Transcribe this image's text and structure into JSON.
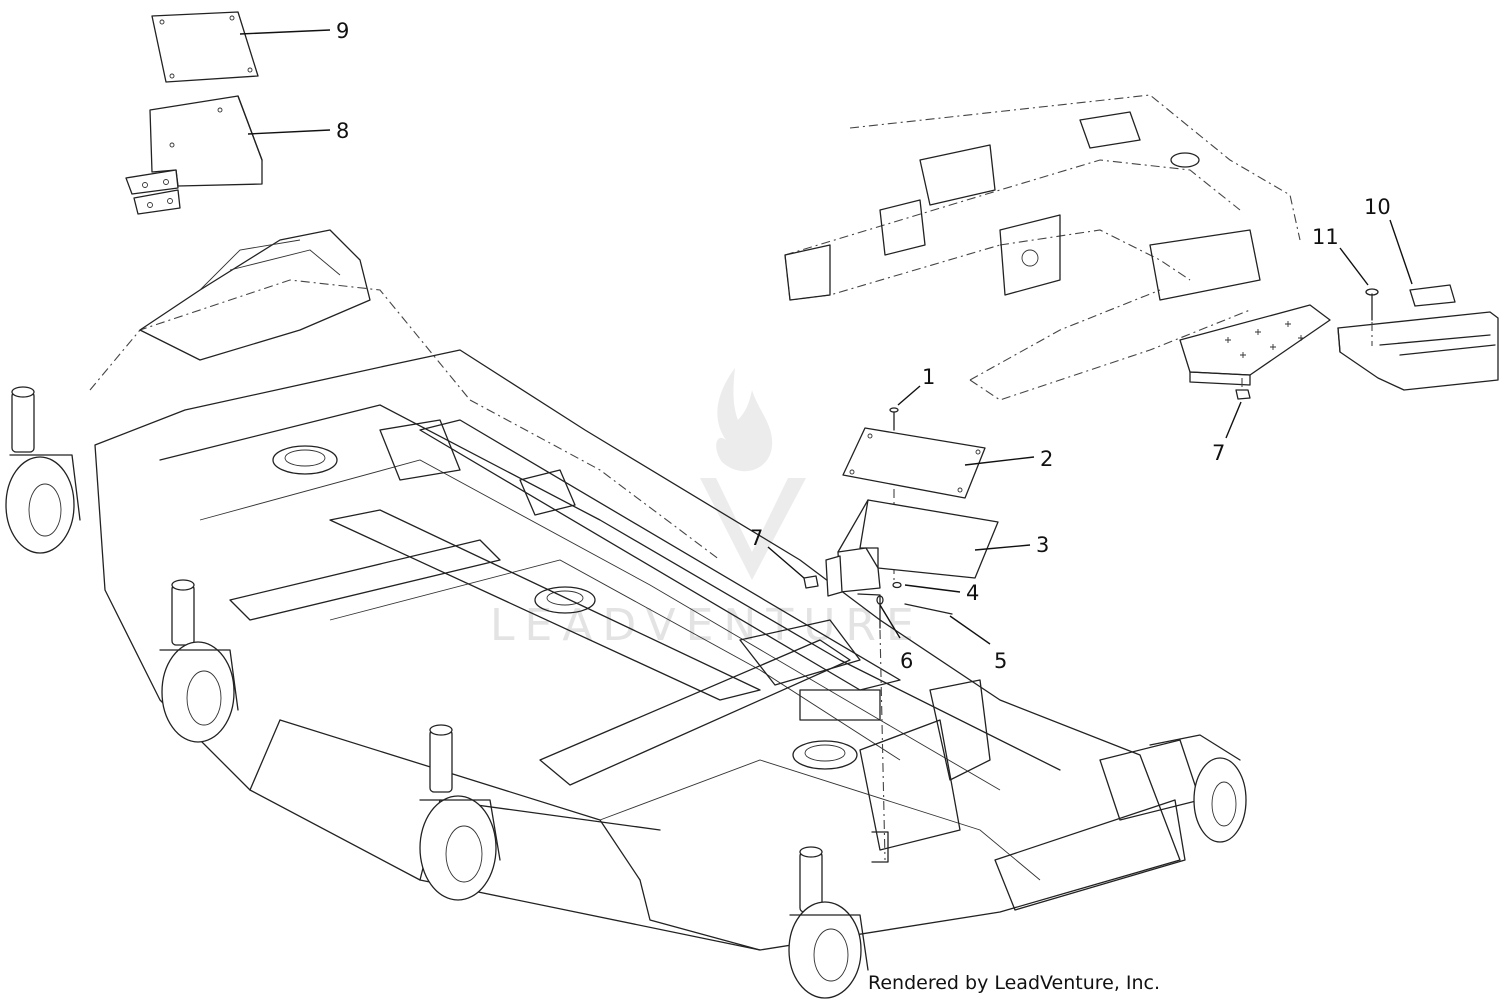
{
  "watermark": {
    "text": "LEADVENTURE"
  },
  "credit": "Rendered by LeadVenture, Inc.",
  "callouts": [
    {
      "id": "1",
      "label": "1"
    },
    {
      "id": "2",
      "label": "2"
    },
    {
      "id": "3",
      "label": "3"
    },
    {
      "id": "4",
      "label": "4"
    },
    {
      "id": "5",
      "label": "5"
    },
    {
      "id": "6",
      "label": "6"
    },
    {
      "id": "7a",
      "label": "7"
    },
    {
      "id": "7b",
      "label": "7"
    },
    {
      "id": "8",
      "label": "8"
    },
    {
      "id": "9",
      "label": "9"
    },
    {
      "id": "10",
      "label": "10"
    },
    {
      "id": "11",
      "label": "11"
    }
  ]
}
